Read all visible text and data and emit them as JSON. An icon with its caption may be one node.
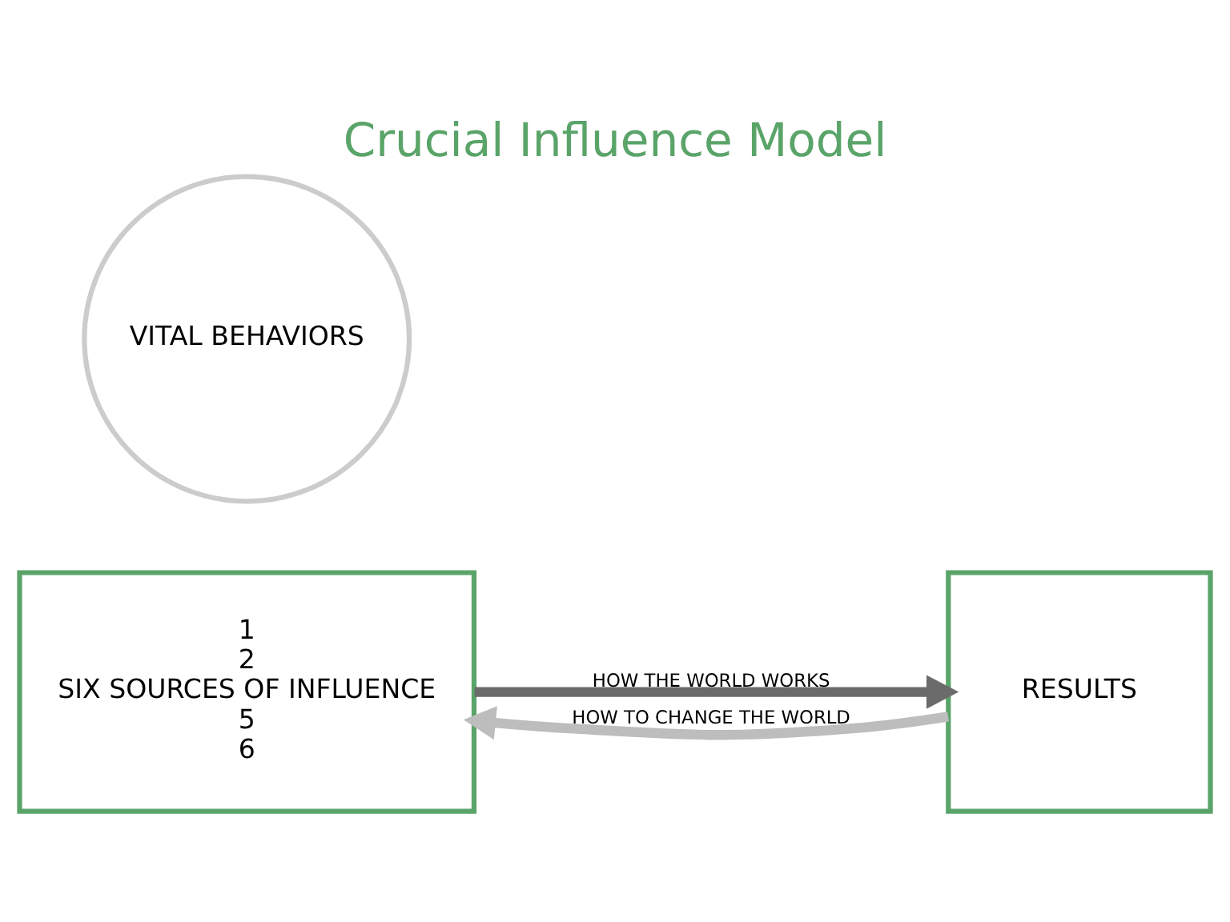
{
  "diagram": {
    "title": "Crucial Influence Model",
    "nodes": [
      {
        "text": [
          "1",
          "2",
          "SIX SOURCES OF INFLUENCE",
          "5",
          "6"
        ]
      },
      {
        "text": [
          "VITAL BEHAVIORS"
        ]
      },
      {
        "text": [
          "RESULTS"
        ]
      }
    ],
    "edges": [
      {
        "from": 0,
        "to": 2,
        "arrow": "to",
        "label": "HOW THE WORLD WORKS",
        "color": "#6b6b6b"
      },
      {
        "from": 2,
        "to": 0,
        "arrow": "to",
        "label": "HOW TO CHANGE THE WORLD",
        "color": "#bdbdbd"
      }
    ]
  }
}
